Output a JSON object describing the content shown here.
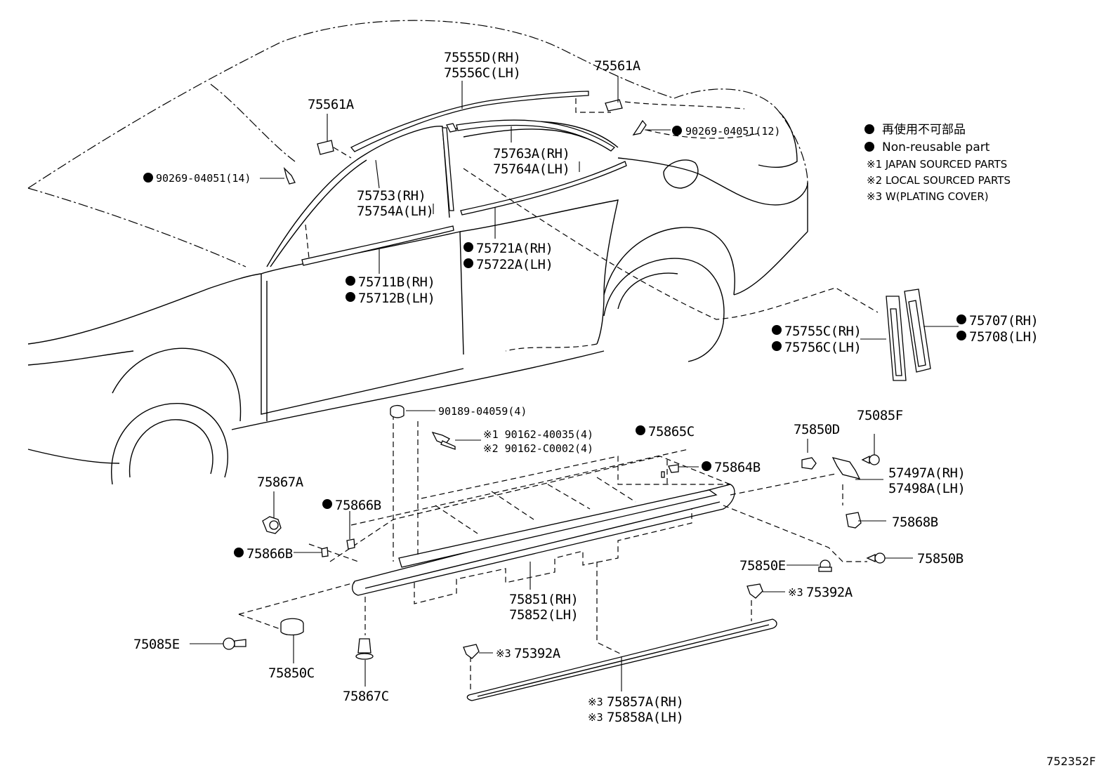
{
  "legend": {
    "jp_nonreusable": "再使用不可部品",
    "nonreusable": "Non-reusable part",
    "note1": "※1 JAPAN SOURCED PARTS",
    "note2": "※2 LOCAL SOURCED PARTS",
    "note3": "※3 W(PLATING COVER)"
  },
  "figure_code": "752352F",
  "labels": {
    "p75555D": "75555D(RH)",
    "p75556C": "75556C(LH)",
    "p75561A_right": "75561A",
    "p75561A_left": "75561A",
    "p90269_12": "90269-04051(12)",
    "p90269_14": "90269-04051(14)",
    "p75763A": "75763A(RH)",
    "p75764A": "75764A(LH)",
    "p75753": "75753(RH)",
    "p75754A": "75754A(LH)",
    "p75721A": "75721A(RH)",
    "p75722A": "75722A(LH)",
    "p75711B": "75711B(RH)",
    "p75712B": "75712B(LH)",
    "p75755C": "75755C(RH)",
    "p75756C": "75756C(LH)",
    "p75707": "75707(RH)",
    "p75708": "75708(LH)",
    "p90189": "90189-04059(4)",
    "p90162_1": "※1 90162-40035(4)",
    "p90162_2": "※2 90162-C0002(4)",
    "p75865C": "75865C",
    "p75864B": "75864B",
    "p75850D": "75850D",
    "p75085F": "75085F",
    "p57497A": "57497A(RH)",
    "p57498A": "57498A(LH)",
    "p75867A": "75867A",
    "p75866B_top": "75866B",
    "p75866B_left": "75866B",
    "p75868B": "75868B",
    "p75850E": "75850E",
    "p75850B": "75850B",
    "p75392A_right": "75392A",
    "p75392A_left": "75392A",
    "p75851": "75851(RH)",
    "p75852": "75852(LH)",
    "p75085E": "75085E",
    "p75850C": "75850C",
    "p75867C": "75867C",
    "p75857A": "75857A(RH)",
    "p75858A": "75858A(LH)",
    "note3_mark": "※3"
  }
}
